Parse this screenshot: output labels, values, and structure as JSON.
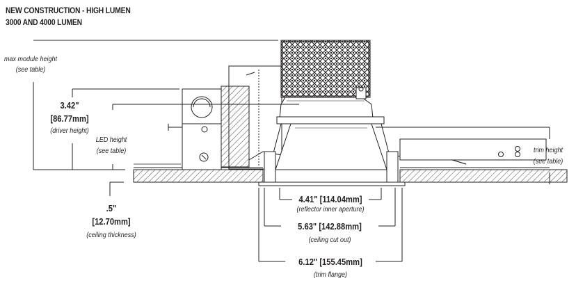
{
  "title": {
    "line1": "NEW CONSTRUCTION - HIGH LUMEN",
    "line2": "3000 AND 4000 LUMEN"
  },
  "labels": {
    "max_module_height": {
      "line1": "max module height",
      "line2": "(see table)"
    },
    "driver_height": {
      "inches": "3.42\"",
      "mm": "[86.77mm]",
      "note": "(driver height)"
    },
    "led_height": {
      "line1": "LED height",
      "line2": "(see table)"
    },
    "trim_height": {
      "line1": "trim height",
      "line2": "(see table)"
    },
    "ceiling_thickness": {
      "inches": ".5\"",
      "mm": "[12.70mm]",
      "note": "(ceiling thickness)"
    },
    "reflector_aperture": {
      "value": "4.41\"  [114.04mm]",
      "note": "(reflector inner aperture)"
    },
    "ceiling_cut_out": {
      "value": "5.63\"  [142.88mm]",
      "note": "(ceiling cut out)"
    },
    "trim_flange": {
      "value": "6.12\"  [155.45mm]",
      "note": "(trim flange)"
    }
  }
}
